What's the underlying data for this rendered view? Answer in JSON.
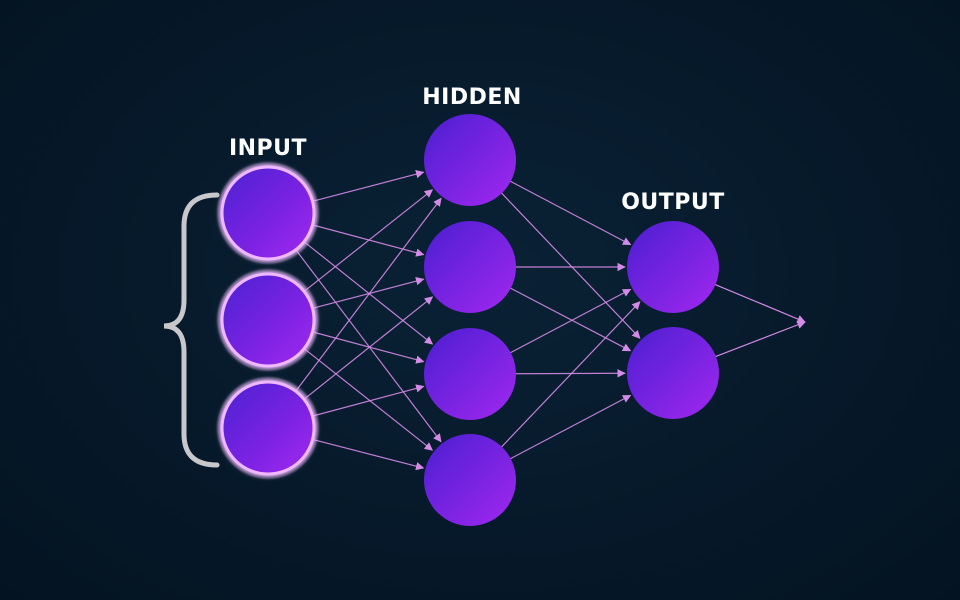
{
  "diagram": {
    "labels": {
      "input": "INPUT",
      "hidden": "HIDDEN",
      "output": "OUTPUT"
    },
    "layers": {
      "input": {
        "count": 3
      },
      "hidden": {
        "count": 4
      },
      "output": {
        "count": 2
      }
    },
    "connections": {
      "input_to_hidden": "fully_connected",
      "hidden_to_output": "fully_connected",
      "output_to_result": 1
    },
    "colors": {
      "background": "#06192a",
      "node_dark": "#4a1fd0",
      "node_light": "#a227f0",
      "input_glow": "#f0b8ff",
      "edge": "#d68ae8",
      "brace": "#c8c8cc",
      "label": "#ffffff"
    }
  }
}
